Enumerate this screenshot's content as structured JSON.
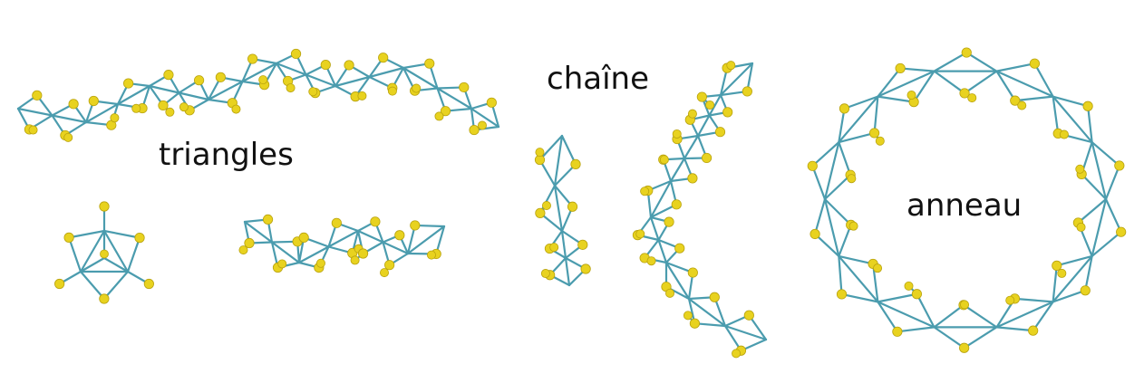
{
  "labels": {
    "triangles": "triangles",
    "chain": "chaîne",
    "ring": "anneau"
  },
  "colors": {
    "sulfur_atom": "#e8d21f",
    "sulfur_atom_edge": "#b9a30e",
    "metal_bond": "#4b9cae",
    "background": "#ffffff"
  }
}
